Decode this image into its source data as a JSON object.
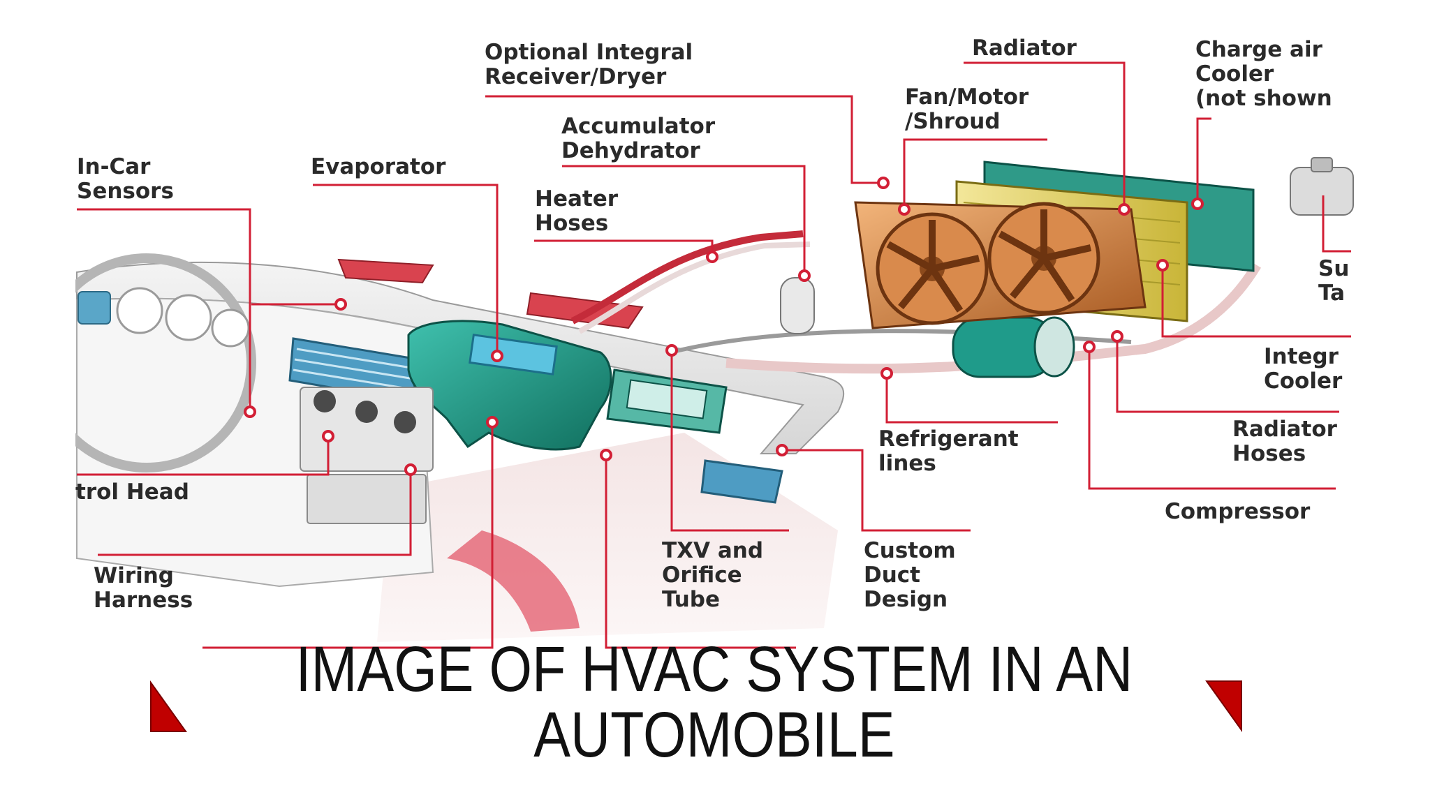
{
  "slide": {
    "title_line1": "IMAGE OF HVAC SYSTEM IN AN",
    "title_line2": "AUTOMOBILE"
  },
  "diagram": {
    "labels": {
      "optional_receiver": "Optional Integral\nReceiver/Dryer",
      "radiator": "Radiator",
      "charge_air_cooler": "Charge air\nCooler\n(not shown",
      "fan_motor": "Fan/Motor\n/Shroud",
      "accumulator": "Accumulator\nDehydrator",
      "in_car_sensors": "In-Car\nSensors",
      "evaporator": "Evaporator",
      "heater_hoses": "Heater\nHoses",
      "surge_tank": "Su\nTa",
      "integral_cooler": "Integr\nCooler",
      "radiator_hoses": "Radiator\nHoses",
      "refrigerant_lines": "Refrigerant\nlines",
      "compressor": "Compressor",
      "control_head": "trol Head",
      "wiring_harness": "Wiring\nHarness",
      "txv": "TXV and\nOrifice\nTube",
      "custom_duct": "Custom\nDuct\nDesign"
    },
    "colors": {
      "leader": "#d21f35",
      "hvac_module": "#1f9b8a",
      "radiator": "#d9c64a",
      "fan_shroud": "#c8773e",
      "accent": "#c8102e"
    }
  }
}
